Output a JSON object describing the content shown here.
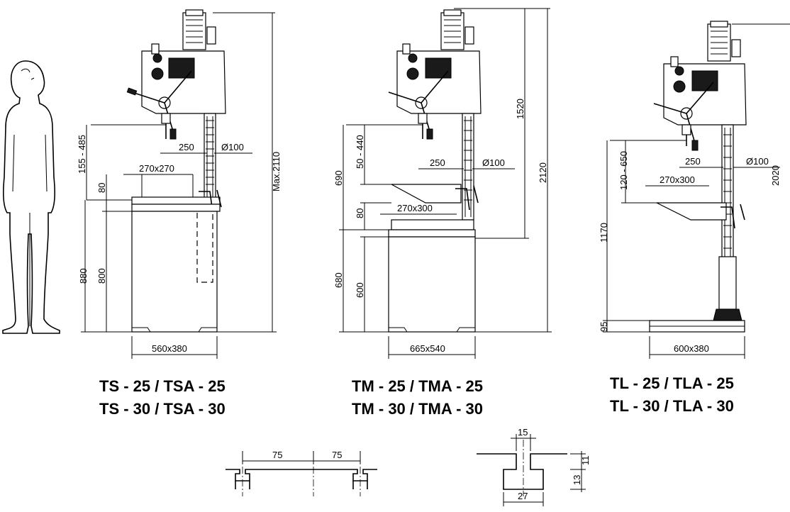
{
  "models": {
    "ts": {
      "caption_line1": "TS - 25 / TSA - 25",
      "caption_line2": "TS - 30 / TSA - 30",
      "dims": {
        "height_max": "Max.2110",
        "spindle_table_range": "155 - 485",
        "table_thickness": "80",
        "reach": "250",
        "column_diameter": "Ø100",
        "table_size": "270x270",
        "base_height": "880",
        "cabinet_height": "800",
        "base_size": "560x380"
      }
    },
    "tm": {
      "caption_line1": "TM - 25 / TMA - 25",
      "caption_line2": "TM - 30 / TMA - 30",
      "dims": {
        "head_height": "1520",
        "total_height": "2120",
        "spindle_table_range": "50 - 440",
        "table_height": "690",
        "table_thickness": "80",
        "reach": "250",
        "column_diameter": "Ø100",
        "table_size": "270x300",
        "base_height": "680",
        "cabinet_height": "600",
        "base_size": "665x540"
      }
    },
    "tl": {
      "caption_line1": "TL - 25 / TLA - 25",
      "caption_line2": "TL - 30 / TLA - 30",
      "dims": {
        "total_height": "2020",
        "spindle_table_range": "120 - 650",
        "reach": "250",
        "column_diameter": "Ø100",
        "table_size": "270x300",
        "table_height": "1170",
        "base_height": "95",
        "base_size": "600x380"
      }
    }
  },
  "slot_details": {
    "spacing_left": "75",
    "spacing_right": "75",
    "slot_width_top": "15",
    "slot_depth_top": "11",
    "slot_depth_bottom": "13",
    "slot_width_bottom": "27"
  }
}
